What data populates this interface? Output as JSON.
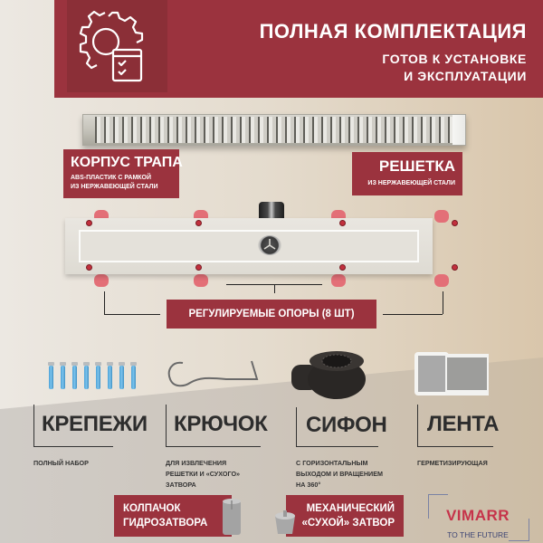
{
  "header": {
    "title": "ПОЛНАЯ КОМПЛЕКТАЦИЯ",
    "subtitle_line1": "ГОТОВ К УСТАНОВКЕ",
    "subtitle_line2": "И ЭКСПЛУАТАЦИИ",
    "icon": "gear-checklist-icon"
  },
  "colors": {
    "brand_red": "#9b333e",
    "icon_box_red": "#8b2f37",
    "text_dark": "#2d2d2d",
    "support_pink": "#e36f77",
    "anchor_blue": "#4aa2d8",
    "logo_red": "#c6334a",
    "logo_navy": "#3d4574"
  },
  "labels": {
    "body": {
      "title": "КОРПУС ТРАПА",
      "line1": "ABS-ПЛАСТИК С РАМКОЙ",
      "line2": "ИЗ НЕРЖАВЕЮЩЕЙ СТАЛИ"
    },
    "grate": {
      "title": "РЕШЕТКА",
      "line1": "ИЗ НЕРЖАВЕЮЩЕЙ СТАЛИ"
    },
    "supports": "РЕГУЛИРУЕМЫЕ ОПОРЫ (8 ШТ)"
  },
  "items": [
    {
      "title": "КРЕПЕЖИ",
      "desc": [
        "ПОЛНЫЙ НАБОР"
      ],
      "icon": "wall-anchors-icon"
    },
    {
      "title": "КРЮЧОК",
      "desc": [
        "ДЛЯ ИЗВЛЕЧЕНИЯ",
        "РЕШЕТКИ И «СУХОГО»",
        "ЗАТВОРА"
      ],
      "icon": "hook-icon"
    },
    {
      "title": "СИФОН",
      "desc": [
        "С ГОРИЗОНТАЛЬНЫМ",
        "ВЫХОДОМ И ВРАЩЕНИЕМ",
        "НА 360°"
      ],
      "icon": "siphon-icon"
    },
    {
      "title": "ЛЕНТА",
      "desc": [
        "ГЕРМЕТИЗИРУЮЩАЯ"
      ],
      "icon": "sealing-tape-icon"
    }
  ],
  "bottom": {
    "cap": {
      "line1": "КОЛПАЧОК",
      "line2": "ГИДРОЗАТВОРА"
    },
    "dry_seal": {
      "line1": "МЕХАНИЧЕСКИЙ",
      "line2": "«СУХОЙ» ЗАТВОР"
    }
  },
  "logo": {
    "name": "VIMARR",
    "tagline": "TO THE FUTURE"
  }
}
